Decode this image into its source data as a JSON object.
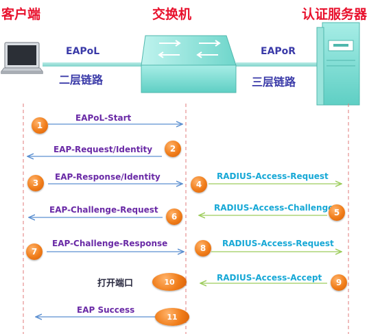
{
  "titles": {
    "client": "客户端",
    "switch": "交换机",
    "server": "认证服务器"
  },
  "links": {
    "left_protocol": "EAPoL",
    "left_layer": "二层链路",
    "right_protocol": "EAPoR",
    "right_layer": "三层链路"
  },
  "messages": {
    "m1": "EAPoL-Start",
    "m2": "EAP-Request/Identity",
    "m3": "EAP-Response/Identity",
    "m4": "RADIUS-Access-Request",
    "m5": "RADIUS-Access-Challenge",
    "m6": "EAP-Challenge-Request",
    "m7": "EAP-Challenge-Response",
    "m8": "RADIUS-Access-Request",
    "m9": "RADIUS-Access-Accept",
    "m10": "打开端口",
    "m11": "EAP Success"
  },
  "steps": {
    "s1": "1",
    "s2": "2",
    "s3": "3",
    "s4": "4",
    "s5": "5",
    "s6": "6",
    "s7": "7",
    "s8": "8",
    "s9": "9",
    "s10": "10",
    "s11": "11"
  },
  "colors": {
    "title": "#e8112d",
    "link_label": "#3a3aa8",
    "eap_message": "#6a2aa6",
    "radius_message": "#17a8d6",
    "eap_arrow": "#5b8fd0",
    "radius_arrow": "#9ccc5a",
    "lifeline": "#e07a7a",
    "step_badge": "#f07d1a",
    "device_teal": "#7fdcd2"
  },
  "icons": {
    "client": "laptop-icon",
    "switch": "switch-icon",
    "server": "server-tower-icon"
  }
}
